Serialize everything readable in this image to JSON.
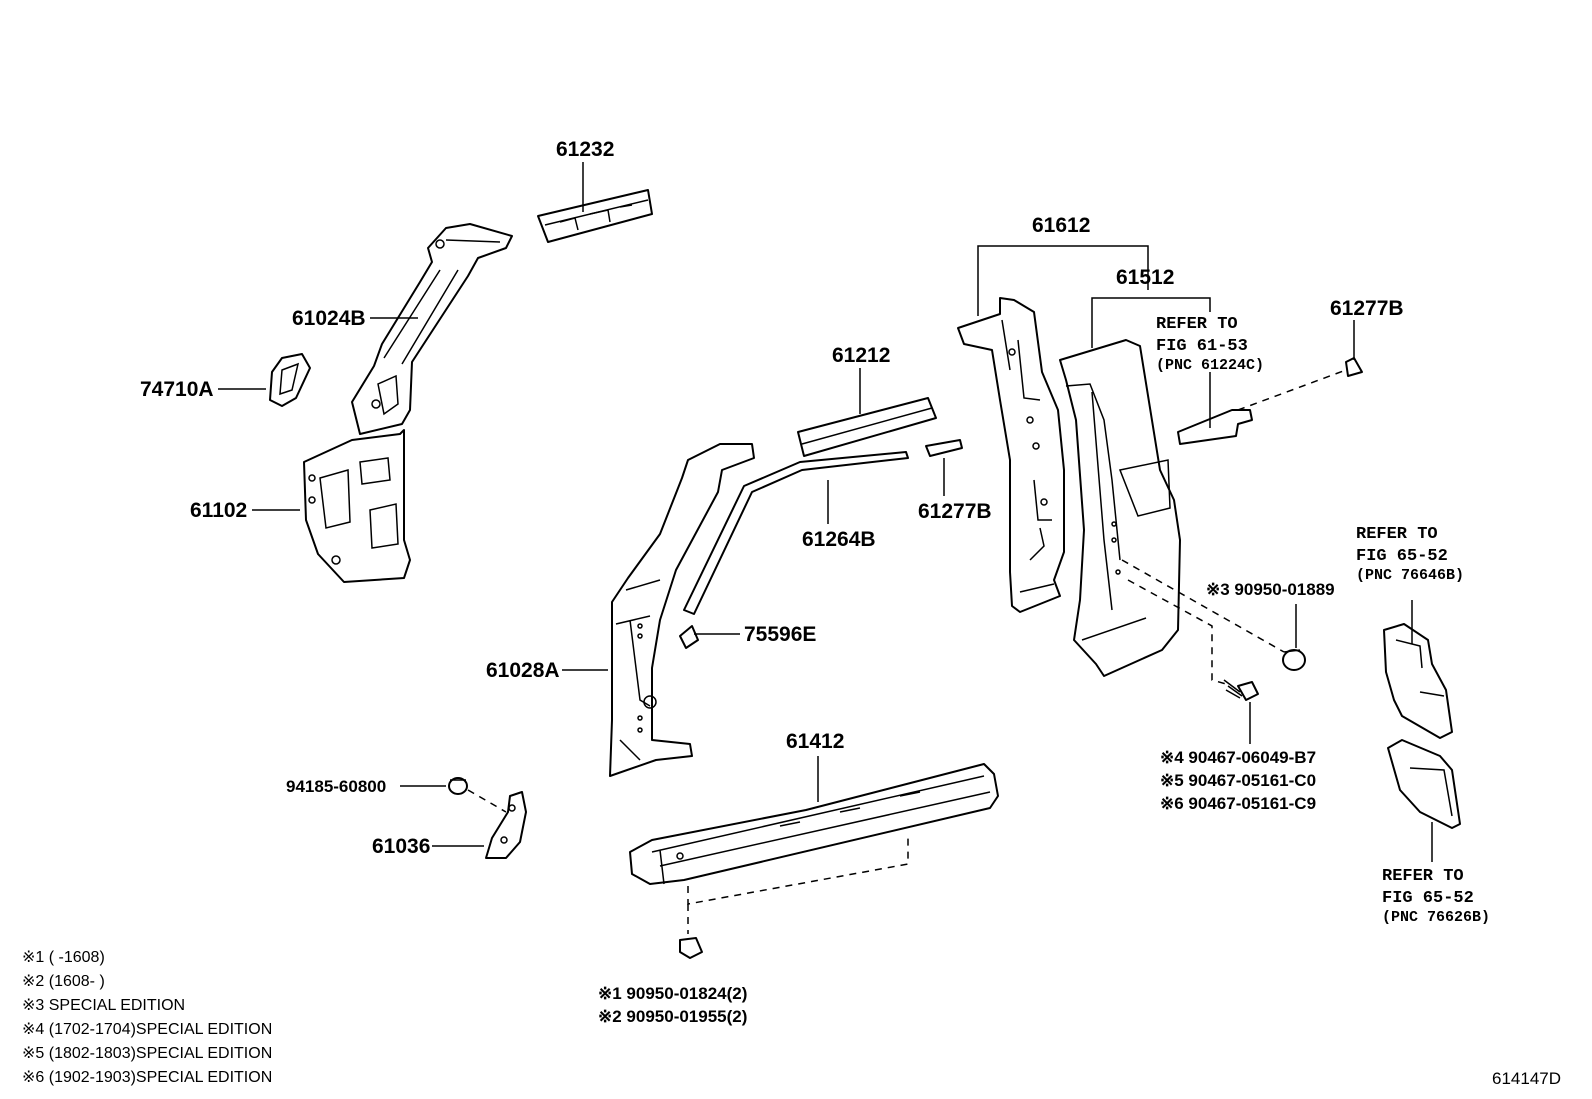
{
  "part_labels": {
    "p61232": "61232",
    "p61024b": "61024B",
    "p74710a": "74710A",
    "p61102": "61102",
    "p61212": "61212",
    "p61264b": "61264B",
    "p61277b_mid": "61277B",
    "p75596e": "75596E",
    "p61028a": "61028A",
    "p61612": "61612",
    "p61512": "61512",
    "p61277b_right": "61277B",
    "p61412": "61412",
    "p61036": "61036",
    "p94185": "94185-60800"
  },
  "refer_notes": {
    "fig6153": {
      "line1": "REFER TO",
      "line2": "FIG 61-53",
      "line3": "(PNC 61224C)"
    },
    "fig6552_a": {
      "line1": "REFER TO",
      "line2": "FIG 65-52",
      "line3": "(PNC 76646B)"
    },
    "fig6552_b": {
      "line1": "REFER TO",
      "line2": "FIG 65-52",
      "line3": "(PNC 76626B)"
    }
  },
  "fasteners": {
    "f3": "※3 90950-01889",
    "f4": "※4 90467-06049-B7",
    "f5": "※5 90467-05161-C0",
    "f6": "※6 90467-05161-C9",
    "f1": "※1  90950-01824(2)",
    "f2": "※2  90950-01955(2)"
  },
  "footnotes": [
    "※1 (       -1608)",
    "※2 (1608-       )",
    "※3 SPECIAL EDITION",
    "※4 (1702-1704)SPECIAL EDITION",
    "※5 (1802-1803)SPECIAL EDITION",
    "※6 (1902-1903)SPECIAL EDITION"
  ],
  "figure_id": "614147D"
}
